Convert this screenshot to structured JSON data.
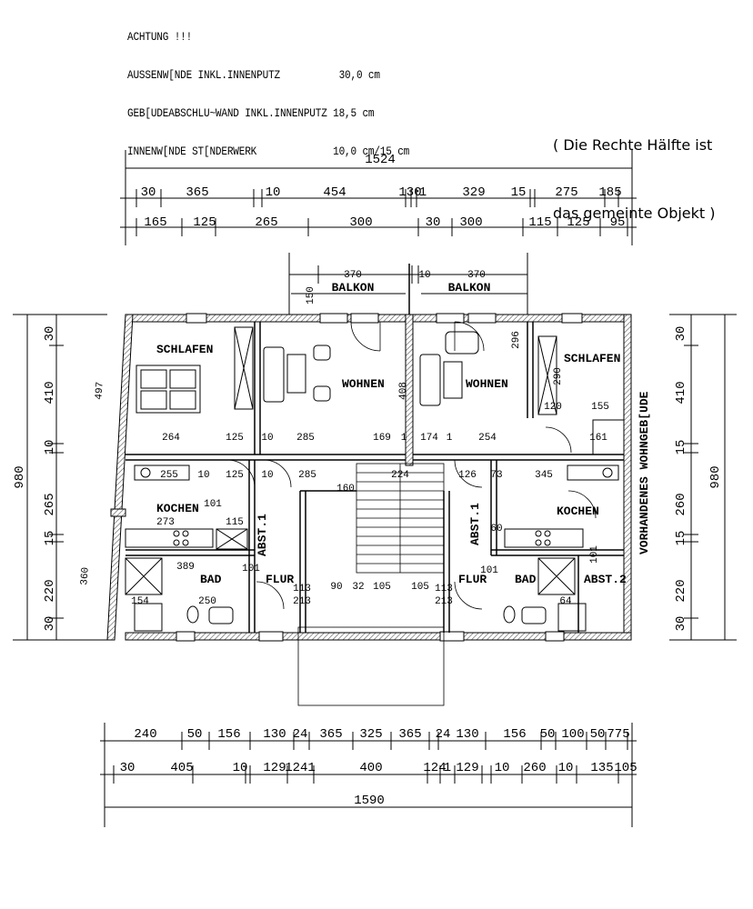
{
  "notes": {
    "lines": [
      "ACHTUNG !!!",
      "AUSSENW[NDE INKL.INNENPUTZ          30,0 cm",
      "GEB[UDEABSCHLU~WAND INKL.INNENPUTZ 18,5 cm",
      "INNENW[NDE ST[NDERWERK             10,0 cm/15 cm"
    ]
  },
  "hint": {
    "line1": "( Die Rechte Hälfte ist",
    "line2": "das gemeinte Objekt )"
  },
  "top_dims": {
    "total": "1524",
    "row1": [
      "30",
      "365",
      "10",
      "454",
      "130",
      "1",
      "329",
      "15",
      "275",
      "185"
    ],
    "row2": [
      "165",
      "125",
      "265",
      "300",
      "30",
      "300",
      "115",
      "125",
      "95"
    ]
  },
  "balcony": {
    "left_width": "370",
    "gap": "10",
    "right_width": "370",
    "left_label": "BALKON",
    "right_label": "BALKON",
    "depth": "150"
  },
  "rooms": {
    "schlafen_left": "SCHLAFEN",
    "schlafen_right": "SCHLAFEN",
    "wohnen_left": "WOHNEN",
    "wohnen_right": "WOHNEN",
    "kochen_left": "KOCHEN",
    "kochen_right": "KOCHEN",
    "bad_left": "BAD",
    "bad_right": "BAD",
    "flur_left": "FLUR",
    "flur_right": "FLUR",
    "abst1_left": "ABST.1",
    "abst1_right": "ABST.1",
    "abst2_right": "ABST.2",
    "neighbor": "VORHANDENES WOHNGEB[UDE"
  },
  "side_dims": {
    "left": [
      "30",
      "410",
      "10",
      "265",
      "15",
      "220",
      "30"
    ],
    "left_total": "980",
    "right": [
      "30",
      "410",
      "15",
      "260",
      "15",
      "220",
      "30"
    ],
    "right_total": "980",
    "slanted_a": "497",
    "slanted_b": "360"
  },
  "bottom_dims": {
    "row1": [
      "240",
      "50",
      "156",
      "130",
      "24",
      "365",
      "325",
      "365",
      "24",
      "130",
      "156",
      "50",
      "100",
      "50",
      "775"
    ],
    "row2": [
      "30",
      "405",
      "10",
      "129",
      "1241",
      "400",
      "124",
      "1",
      "129",
      "10",
      "260",
      "10",
      "135",
      "105"
    ],
    "total": "1590"
  },
  "interior_labels": {
    "l264": "264",
    "l125": "125",
    "l10": "10",
    "l285": "285",
    "l169": "169",
    "l1a": "1",
    "l174": "174",
    "l1b": "1",
    "l254": "254",
    "l255": "255",
    "l10b": "10",
    "l125b": "125",
    "l10c": "10",
    "l285b": "285",
    "l224": "224",
    "l126": "126",
    "l73": "73",
    "l345": "345",
    "l273": "273",
    "l115": "115",
    "l389": "389",
    "l250": "250",
    "l154": "154",
    "l64": "64",
    "l160": "160",
    "l155": "155",
    "l161": "161",
    "l120": "120",
    "l296": "296",
    "l290": "290",
    "l90": "90",
    "l32": "32",
    "l105": "105",
    "l105b": "105",
    "l113": "113",
    "l113b": "113",
    "l213a": "213",
    "l213b": "213",
    "l101a": "101",
    "l101b": "101",
    "l101c": "101",
    "l101d": "101",
    "l60": "60",
    "l408": "408"
  }
}
